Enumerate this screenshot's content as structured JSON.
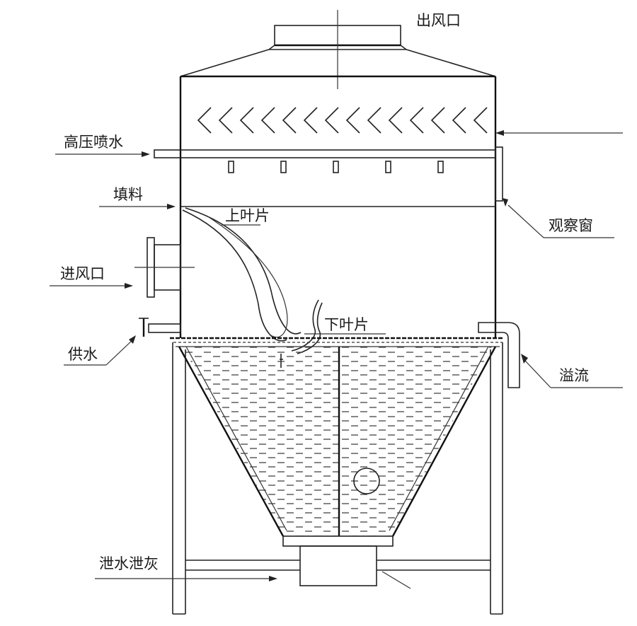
{
  "labels": {
    "outlet": "出风口",
    "spray": "高压喷水",
    "packing": "填料",
    "upper_blade": "上叶片",
    "inlet": "进风口",
    "water_supply": "供水",
    "lower_blade": "下叶片",
    "observation_window": "观察窗",
    "overflow": "溢流",
    "drain": "泄水泄灰"
  },
  "colors": {
    "line": "#222222",
    "background": "#ffffff"
  }
}
